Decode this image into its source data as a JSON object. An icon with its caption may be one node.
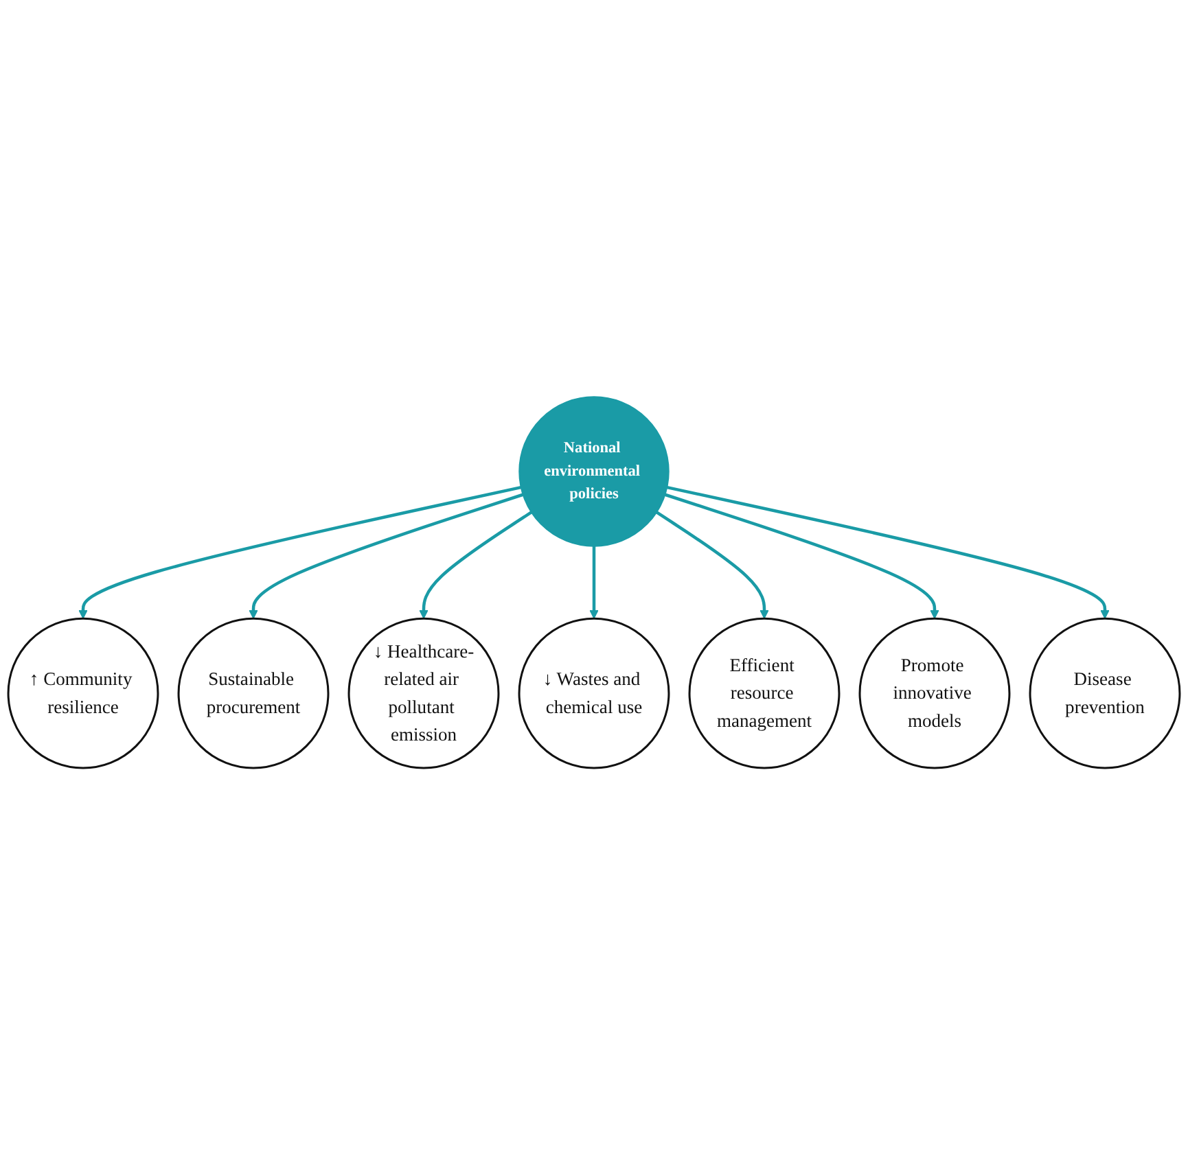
{
  "diagram": {
    "nodes": [
      {
        "text": [
          "National environmental policies"
        ]
      },
      {
        "text": [
          "↑ Community resilience"
        ]
      },
      {
        "text": [
          "Sustainable procurement"
        ]
      },
      {
        "text": [
          "↓ Healthcare-related air pollutant emission"
        ]
      },
      {
        "text": [
          "↓ Wastes and chemical use"
        ]
      },
      {
        "text": [
          "Efficient resource management"
        ]
      },
      {
        "text": [
          "Promote innovative models"
        ]
      },
      {
        "text": [
          "Disease prevention"
        ]
      }
    ],
    "edges": [
      {
        "from": 0,
        "to": 1,
        "arrow": "to"
      },
      {
        "from": 0,
        "to": 2,
        "arrow": "to"
      },
      {
        "from": 0,
        "to": 3,
        "arrow": "to"
      },
      {
        "from": 0,
        "to": 4,
        "arrow": "to"
      },
      {
        "from": 0,
        "to": 5,
        "arrow": "to"
      },
      {
        "from": 0,
        "to": 6,
        "arrow": "to"
      },
      {
        "from": 0,
        "to": 7,
        "arrow": "to"
      }
    ]
  }
}
